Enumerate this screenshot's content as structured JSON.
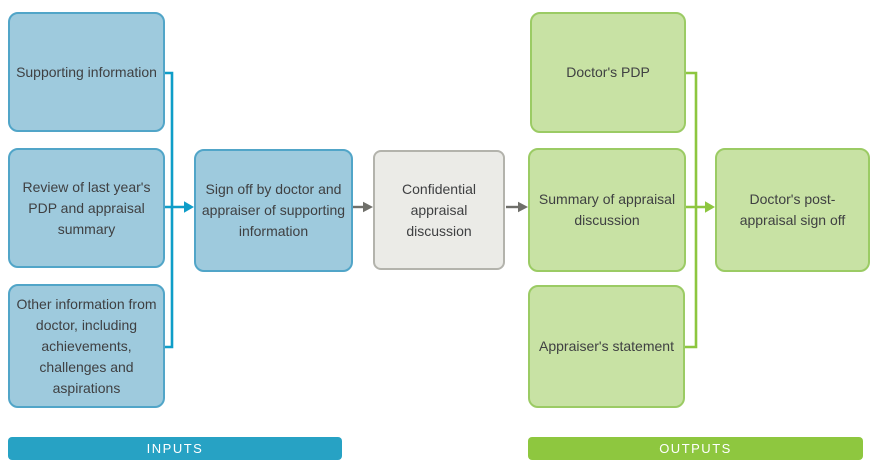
{
  "palette": {
    "blue_fill": "#9ecadd",
    "blue_border": "#51a5c8",
    "blue_line": "#0f9dc8",
    "green_fill": "#c8e2a4",
    "green_border": "#9bcb64",
    "green_line": "#8dc63f",
    "grey_fill": "#ebebe7",
    "grey_border": "#b3b3ac",
    "grey_line": "#6f6f6a",
    "text": "#3f4042",
    "inputs_bar": "#27a2c4",
    "outputs_bar": "#8ec73f",
    "bar_text": "#ffffff"
  },
  "nodes": {
    "supporting_information": {
      "label": "Supporting information"
    },
    "review_last_year": {
      "label": "Review of last year's PDP and appraisal summary"
    },
    "other_information": {
      "label": "Other information from doctor, including achievements, challenges and aspirations"
    },
    "sign_off": {
      "label": "Sign off by doctor and appraiser of supporting information"
    },
    "confidential_discussion": {
      "label": "Confidential appraisal discussion"
    },
    "doctors_pdp": {
      "label": "Doctor's PDP"
    },
    "summary_discussion": {
      "label": "Summary of appraisal discussion"
    },
    "appraisers_statement": {
      "label": "Appraiser's statement"
    },
    "doctors_post_sign_off": {
      "label": "Doctor's post-appraisal sign off"
    }
  },
  "sections": {
    "inputs": {
      "label": "INPUTS"
    },
    "outputs": {
      "label": "OUTPUTS"
    }
  }
}
